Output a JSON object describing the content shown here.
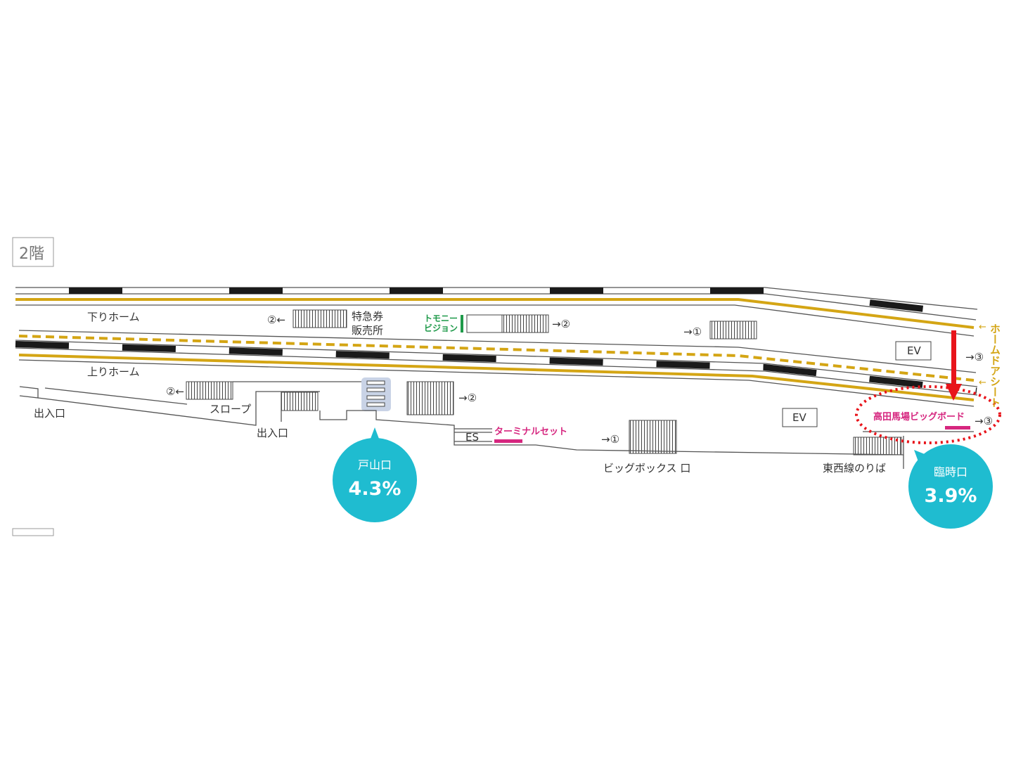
{
  "floor_label": "2階",
  "platforms": {
    "down": "下りホーム",
    "up": "上りホーム"
  },
  "facilities": {
    "ticket_office": [
      "特急券",
      "販売所"
    ],
    "tomony_vision": [
      "トモニー",
      "ビジョン"
    ],
    "slope": "スロープ",
    "es": "ES",
    "ev": "EV",
    "home_door_sheet": "ホームドアシート"
  },
  "exits": {
    "west": "出入口",
    "middle": "出入口",
    "bigbox": "ビッグボックス 口",
    "tozai": "東西線のりば"
  },
  "arrows": {
    "to1": "→①",
    "to2": "→②",
    "to3": "→③",
    "from2": "②←"
  },
  "ads": {
    "terminal_set": "ターミナルセット",
    "big_board": "高田馬場ビッグボード"
  },
  "bubbles": [
    {
      "name": "戸山口",
      "value": "4.3%"
    },
    {
      "name": "臨時口",
      "value": "3.9%"
    }
  ],
  "colors": {
    "teal": "#1fbcd0",
    "yellow": "#d4a514",
    "pink": "#d6267f",
    "red": "#e8141b",
    "green": "#1f9a4a"
  }
}
